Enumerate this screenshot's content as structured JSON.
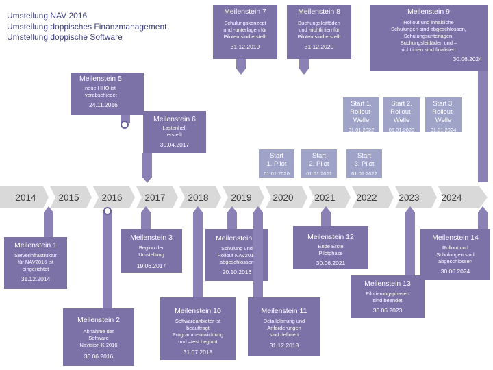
{
  "header": {
    "line1": "Umstellung NAV 2016",
    "line2": "Umstellung doppisches Finanzmanagement",
    "line3": "Umstellung doppische Software"
  },
  "years": [
    "2014",
    "2015",
    "2016",
    "2017",
    "2018",
    "2019",
    "2020",
    "2021",
    "2022",
    "2023",
    "2024"
  ],
  "milestones_top": [
    {
      "title": "Meilenstein 7",
      "desc": [
        "Schulungskonzept",
        "und -unterlagen für",
        "Piloten sind erstellt"
      ],
      "date": "31.12.2019"
    },
    {
      "title": "Meilenstein 8",
      "desc": [
        "Buchungsleitfäden",
        "und -richtlinien für",
        "Piloten sind erstellt"
      ],
      "date": "31.12.2020"
    },
    {
      "title": "Meilenstein 9",
      "desc": [
        "Rollout und inhaltliche",
        "Schulungen sind abgeschlossen,",
        "Schulungsunterlagen,",
        "Buchungsleitfäden und –",
        "richtlinien sind finalisiert"
      ],
      "date": "30.06.2024"
    },
    {
      "title": "Meilenstein 5",
      "desc": [
        "neue HHO ist",
        "verabschiedet"
      ],
      "date": "24.11.2016"
    },
    {
      "title": "Meilenstein 6",
      "desc": [
        "Lastenheft",
        "erstellt"
      ],
      "date": "30.04.2017"
    }
  ],
  "rollouts": [
    {
      "label": [
        "Start 1.",
        "Rollout-",
        "Welle"
      ],
      "date": "01.01.2022"
    },
    {
      "label": [
        "Start 2.",
        "Rollout-",
        "Welle"
      ],
      "date": "01.01.2023"
    },
    {
      "label": [
        "Start 3.",
        "Rollout-",
        "Welle"
      ],
      "date": "01.01.2024"
    }
  ],
  "pilots": [
    {
      "label": [
        "Start",
        "1. Pilot"
      ],
      "date": "01.01.2020"
    },
    {
      "label": [
        "Start",
        "2. Pilot"
      ],
      "date": "01.01.2021"
    },
    {
      "label": [
        "Start",
        "3. Pilot"
      ],
      "date": "01.01.2022"
    }
  ],
  "milestones_bottom": [
    {
      "title": "Meilenstein 1",
      "desc": [
        "Serverinfrastruktur",
        "für NAV2016 ist",
        "eingerichtet"
      ],
      "date": "31.12.2014"
    },
    {
      "title": "Meilenstein 2",
      "desc": [
        "Abnahme der",
        "Software",
        "Navision-K 2016"
      ],
      "date": "30.06.2016"
    },
    {
      "title": "Meilenstein 3",
      "desc": [
        "Beginn der",
        "Umstellung"
      ],
      "date": "19.06.2017"
    },
    {
      "title": "Meilenstein 4",
      "desc": [
        "Schulung und",
        "Rollout NAV2016",
        "abgeschlossen"
      ],
      "date": "20.10.2016"
    },
    {
      "title": "Meilenstein 10",
      "desc": [
        "Softwareanbieter ist",
        "beauftragt",
        "Programmentwicklung",
        "und –test beginnt"
      ],
      "date": "31.07.2018"
    },
    {
      "title": "Meilenstein 11",
      "desc": [
        "Detailplanung und",
        "Anforderungen",
        "sind definiert"
      ],
      "date": "31.12.2018"
    },
    {
      "title": "Meilenstein 12",
      "desc": [
        "Ende Erste",
        "Pilotphase"
      ],
      "date": "30.06.2021"
    },
    {
      "title": "Meilenstein 13",
      "desc": [
        "Pilotierungsphasen",
        "sind beendet"
      ],
      "date": "30.06.2023"
    },
    {
      "title": "Meilenstein 14",
      "desc": [
        "Rollout und",
        "Schulungen sind",
        "abgeschlossen"
      ],
      "date": "30.06.2024"
    }
  ],
  "colors": {
    "box": "#7d72a8",
    "stick": "#8b81b4",
    "start_box": "#9ea3c7",
    "axis": "#d9d9d9"
  }
}
